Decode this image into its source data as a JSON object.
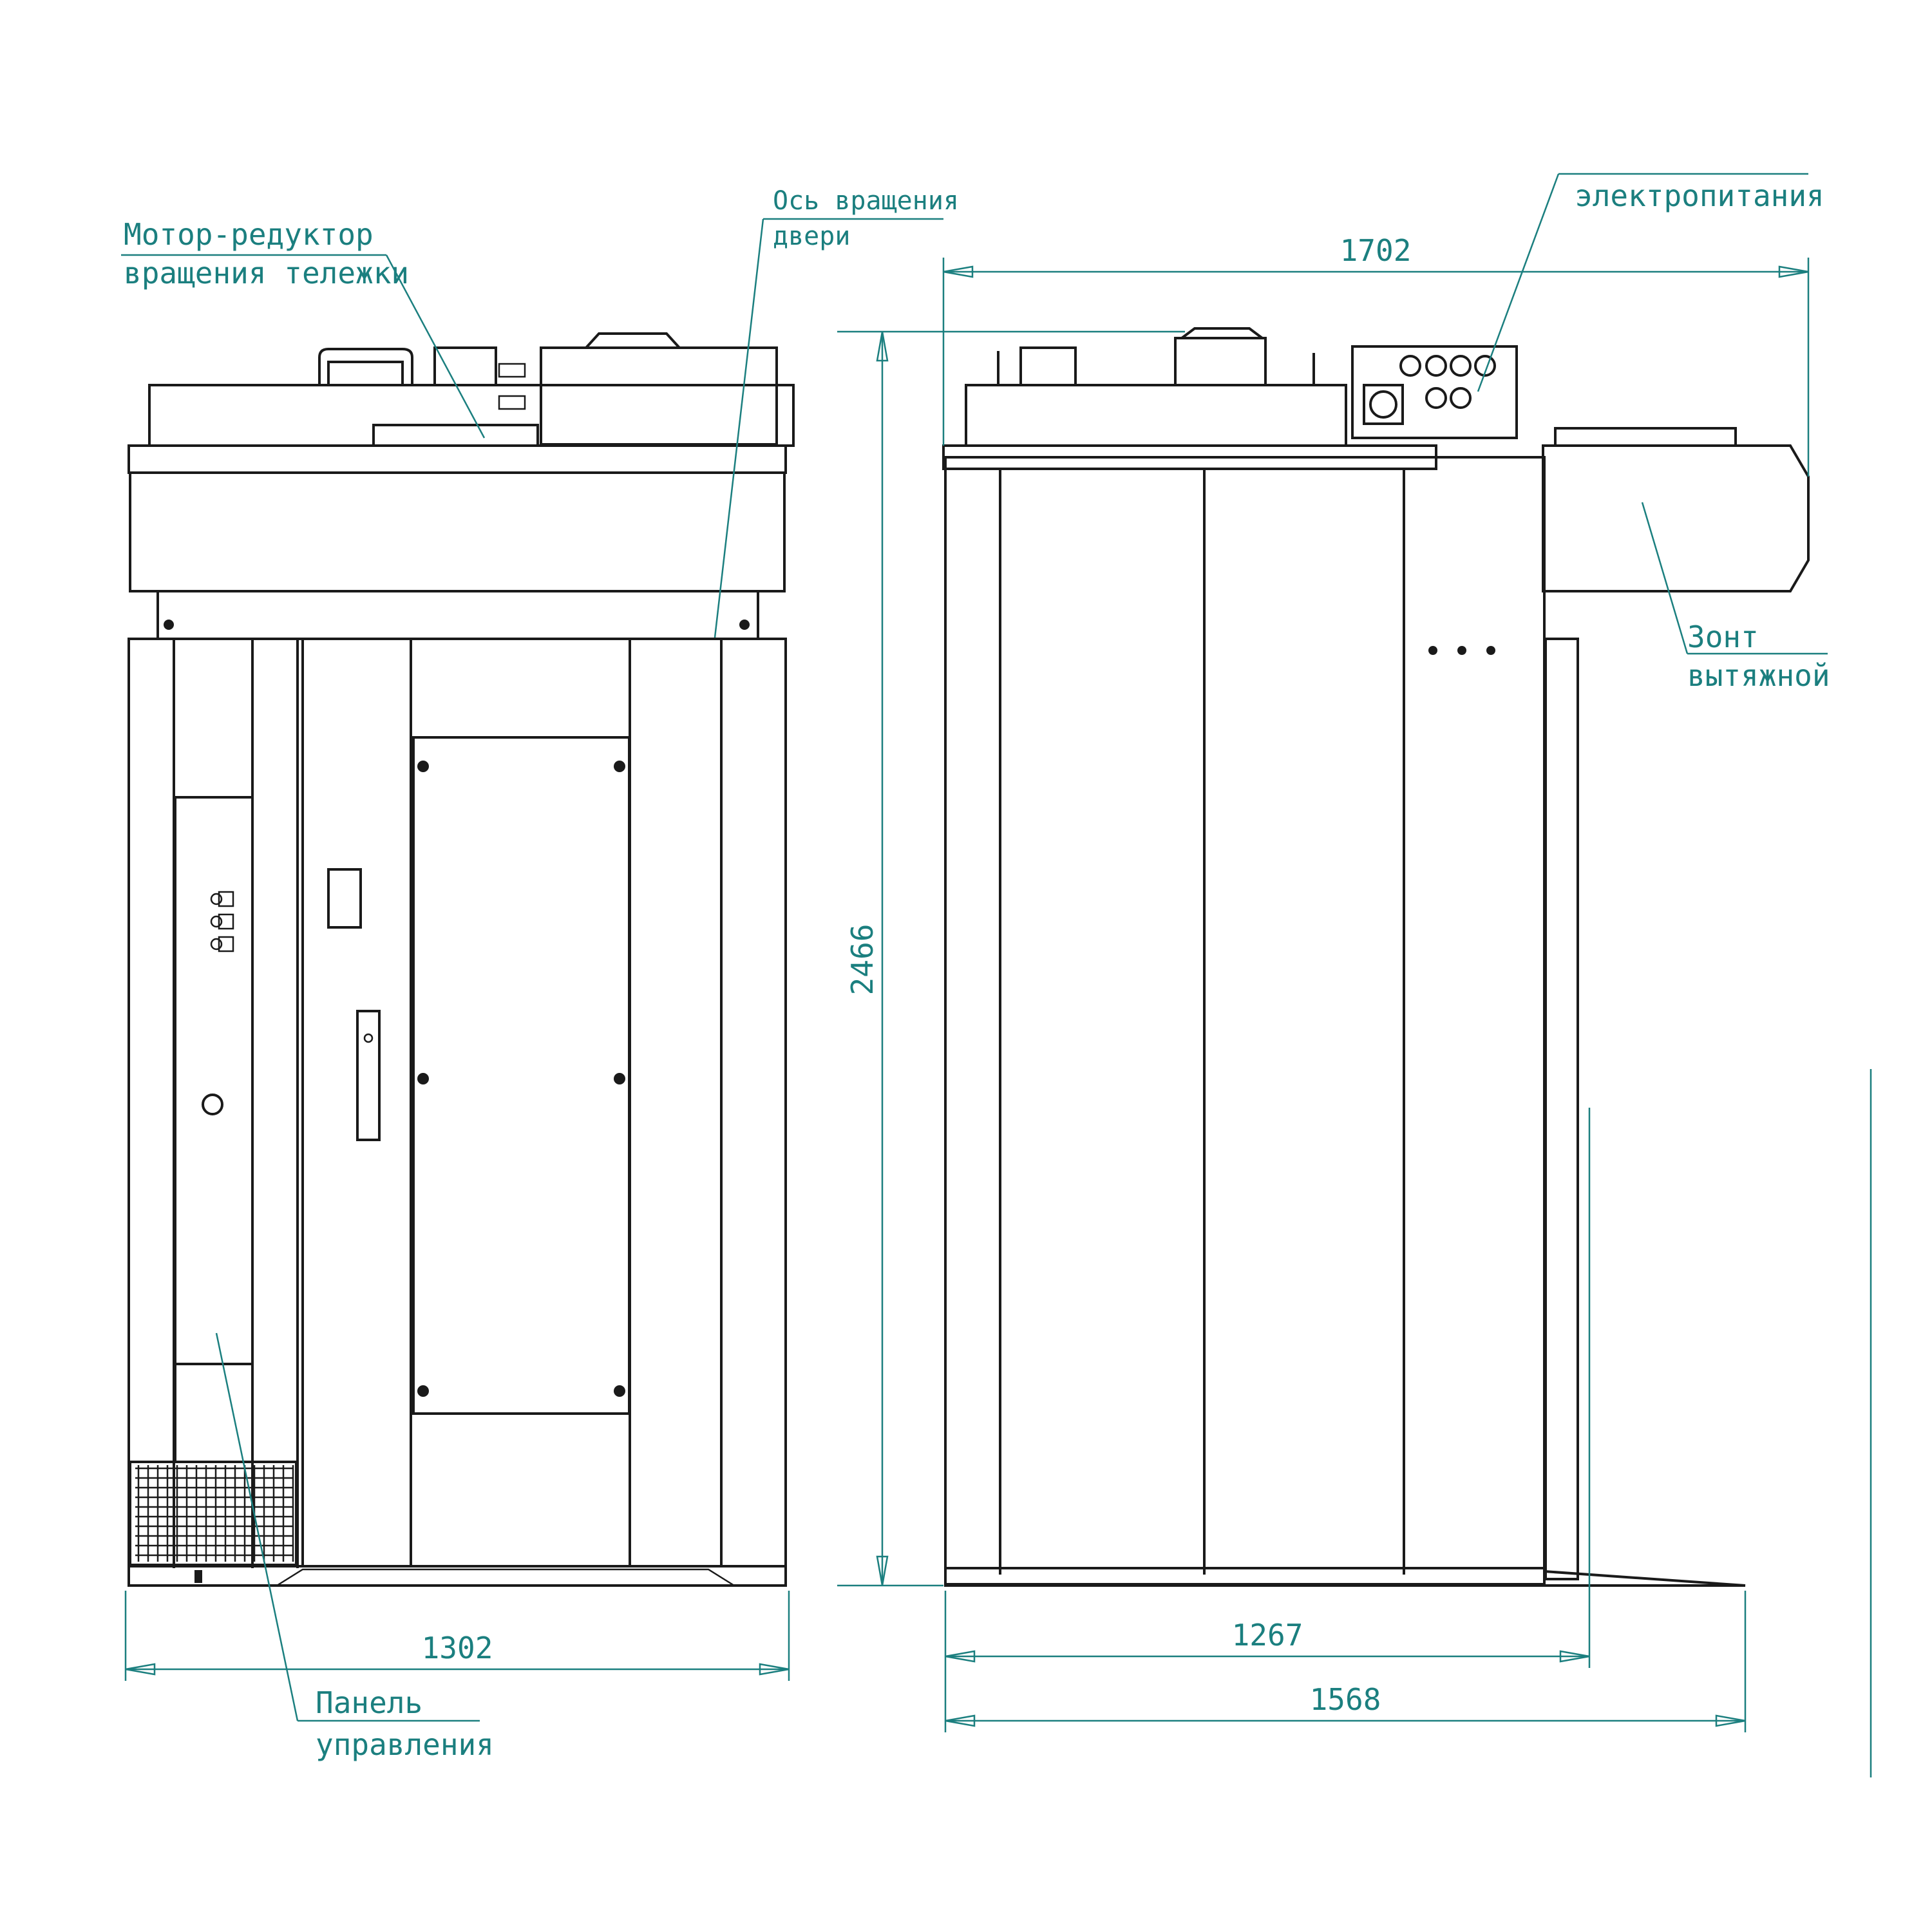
{
  "dimensions": {
    "front_width": "1302",
    "height": "2466",
    "overall_width_top": "1702",
    "side_depth": "1267",
    "side_depth_with_ramp": "1568"
  },
  "callouts": {
    "motor_gear": [
      "Мотор-редуктор",
      "вращения тележки"
    ],
    "door_axis": [
      "Ось вращения",
      "двери"
    ],
    "power": "электропитания",
    "hood": [
      "Зонт",
      "вытяжной"
    ],
    "control_panel": [
      "Панель",
      "управления"
    ]
  },
  "colors": {
    "outline": "#1a1a1a",
    "dimension": "#1b7f7f",
    "background": "#ffffff"
  }
}
